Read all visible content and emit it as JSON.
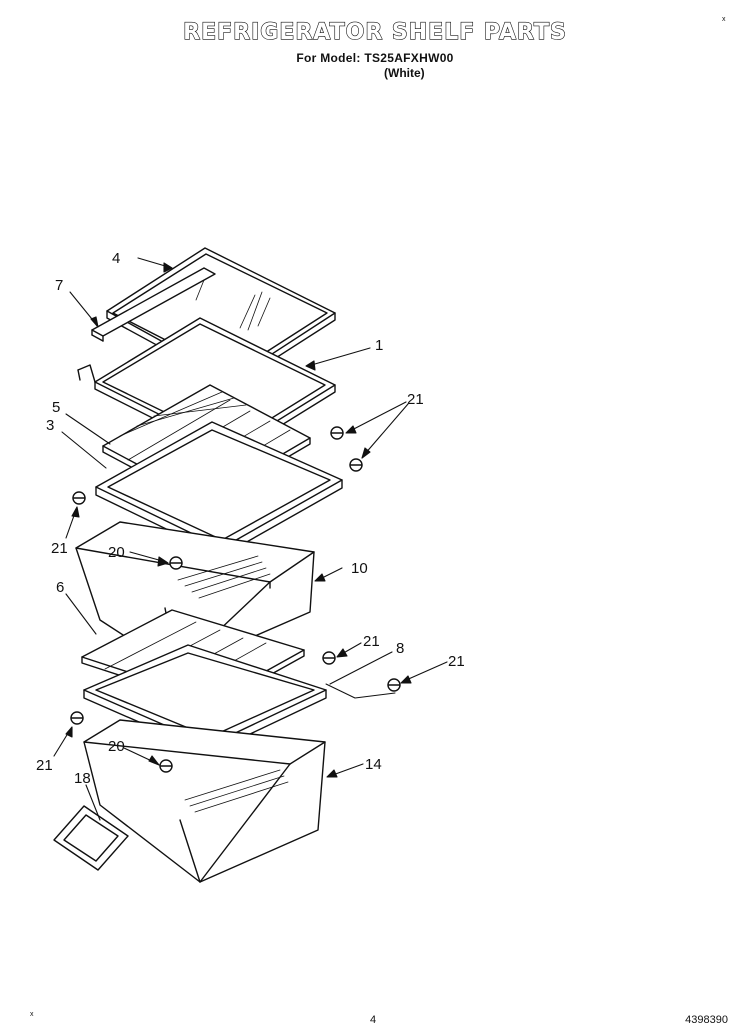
{
  "header": {
    "title": "REFRIGERATOR SHELF PARTS",
    "model_line": "For Model: TS25AFXHW00",
    "color_line": "(White)"
  },
  "callouts": {
    "c4": "4",
    "c7": "7",
    "c1": "1",
    "c5": "5",
    "c3": "3",
    "c21a": "21",
    "c21b": "21",
    "c20a": "20",
    "c10": "10",
    "c6": "6",
    "c21c": "21",
    "c8": "8",
    "c21d": "21",
    "c21e": "21",
    "c20b": "20",
    "c14": "14",
    "c18": "18"
  },
  "footer": {
    "page_number": "4",
    "document_number": "4398390"
  },
  "marks": {
    "corner": "x"
  }
}
